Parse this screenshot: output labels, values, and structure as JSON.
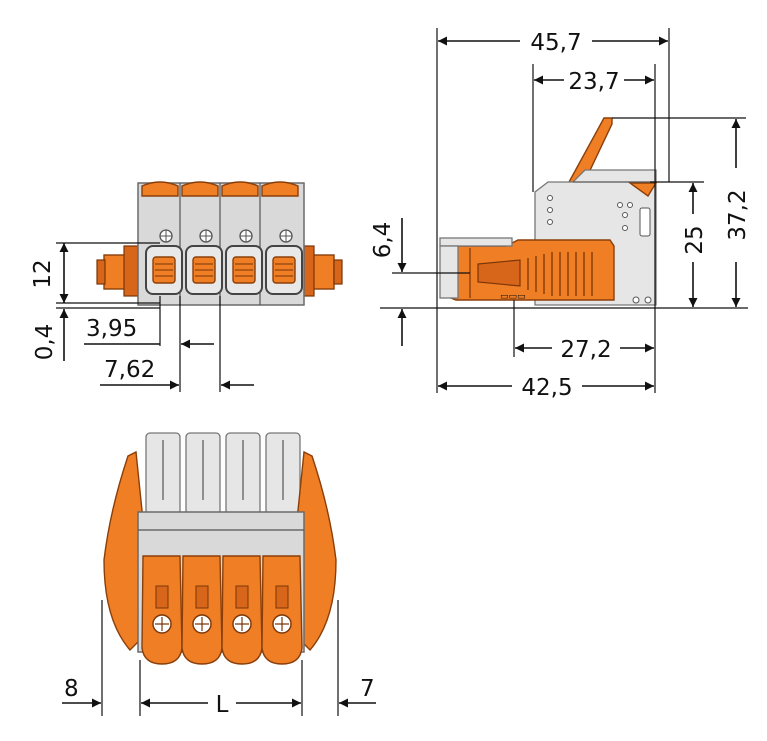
{
  "dimensions": {
    "top_right_width_total": "45,7",
    "top_right_width_inner": "23,7",
    "height_total": "37,2",
    "height_body": "25",
    "offset_height": "6,4",
    "lever_length": "27,2",
    "body_depth": "42,5",
    "front_height": "12",
    "front_offset": "0,4",
    "pin_offset": "3,95",
    "pitch": "7,62",
    "left_margin": "8",
    "length_label": "L",
    "right_margin": "7"
  },
  "colors": {
    "housing": "#d9d9d9",
    "lever": "#f07e24",
    "line": "#111111"
  }
}
